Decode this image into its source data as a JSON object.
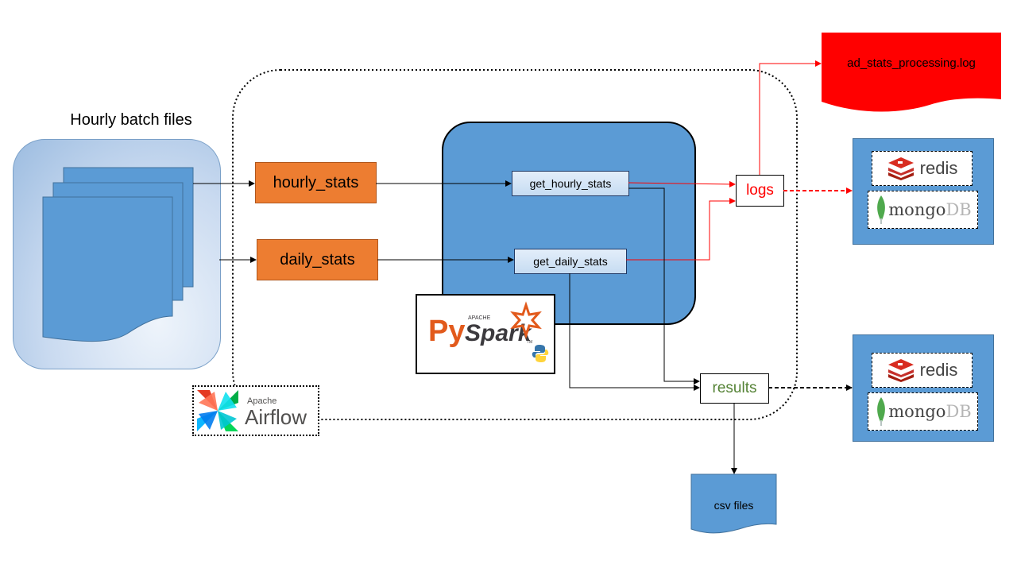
{
  "source": {
    "title": "Hourly batch files"
  },
  "inputs": {
    "hourly": "hourly_stats",
    "daily": "daily_stats"
  },
  "functions": {
    "hourly": "get_hourly_stats",
    "daily": "get_daily_stats"
  },
  "pyspark": {
    "py": "Py",
    "spark": "Spark",
    "apache": "APACHE",
    "tm": "TM"
  },
  "airflow": {
    "apache": "Apache",
    "name": "Airflow"
  },
  "logs": {
    "label": "logs",
    "file": "ad_stats_processing.log"
  },
  "results": {
    "label": "results"
  },
  "csv": {
    "label": "csv files"
  },
  "stores": {
    "redis": "redis",
    "mongo_a": "mongo",
    "mongo_b": "DB"
  },
  "colors": {
    "orange": "#ed7d31",
    "blue": "#5b9bd5",
    "red": "#ff0000",
    "green": "#548235"
  },
  "icons": [
    "batch-files-icon",
    "pyspark-logo",
    "python-icon",
    "airflow-pinwheel-icon",
    "redis-icon",
    "mongodb-leaf-icon"
  ]
}
